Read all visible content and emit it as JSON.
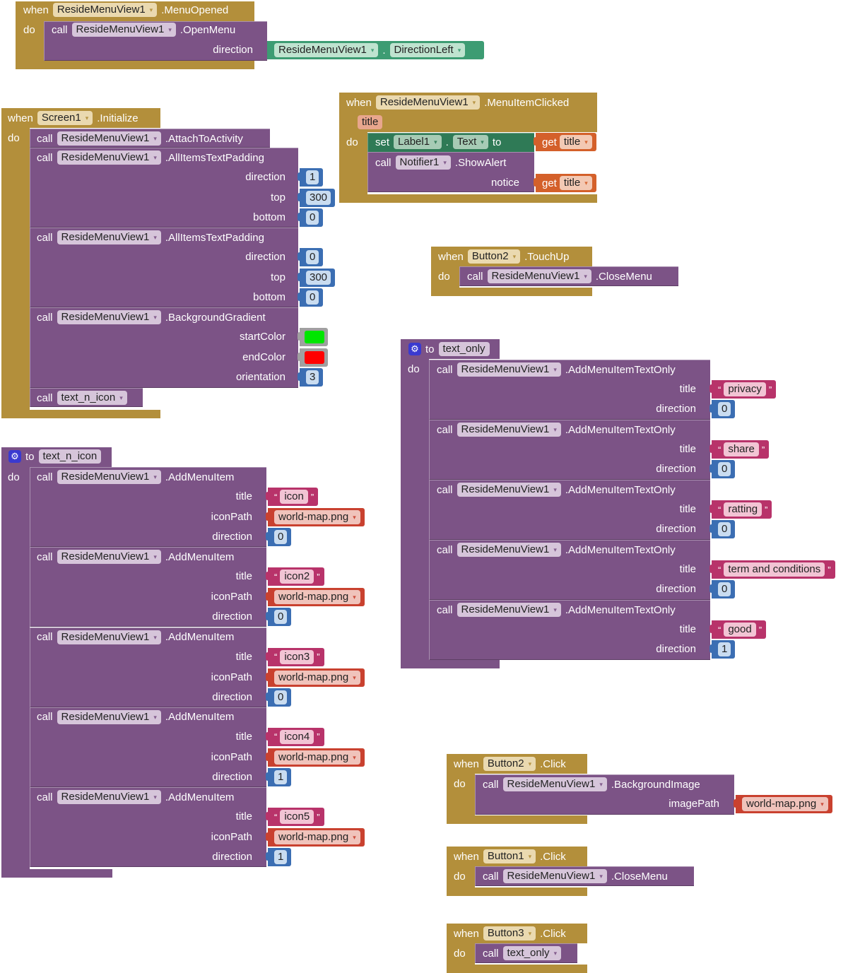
{
  "menu_opened": {
    "when": "when",
    "component": "ResideMenuView1",
    "event": ".MenuOpened",
    "do": "do",
    "call": "call",
    "call_component": "ResideMenuView1",
    "method": ".OpenMenu",
    "param": "direction",
    "value_component": "ResideMenuView1",
    "value_dot": ".",
    "value": "DirectionLeft"
  },
  "item_clicked": {
    "when": "when",
    "component": "ResideMenuView1",
    "event": ".MenuItemClicked",
    "param_name": "title",
    "do": "do",
    "set": "set",
    "set_component": "Label1",
    "set_dot": ".",
    "set_property": "Text",
    "to": "to",
    "get1": "get",
    "get1_var": "title",
    "call": "call",
    "call_component": "Notifier1",
    "method": ".ShowAlert",
    "param": "notice",
    "get2": "get",
    "get2_var": "title"
  },
  "screen_init": {
    "when": "when",
    "component": "Screen1",
    "event": ".Initialize",
    "do": "do",
    "calls": [
      {
        "call": "call",
        "component": "ResideMenuView1",
        "method": ".AttachToActivity"
      },
      {
        "call": "call",
        "component": "ResideMenuView1",
        "method": ".AllItemsTextPadding",
        "params": [
          {
            "label": "direction",
            "value": "1"
          },
          {
            "label": "top",
            "value": "300"
          },
          {
            "label": "bottom",
            "value": "0"
          }
        ]
      },
      {
        "call": "call",
        "component": "ResideMenuView1",
        "method": ".AllItemsTextPadding",
        "params": [
          {
            "label": "direction",
            "value": "0"
          },
          {
            "label": "top",
            "value": "300"
          },
          {
            "label": "bottom",
            "value": "0"
          }
        ]
      },
      {
        "call": "call",
        "component": "ResideMenuView1",
        "method": ".BackgroundGradient",
        "params": [
          {
            "label": "startColor",
            "color": "#00e600"
          },
          {
            "label": "endColor",
            "color": "#ff0000"
          },
          {
            "label": "orientation",
            "value": "3"
          }
        ]
      },
      {
        "call": "call",
        "component": "text_n_icon"
      }
    ]
  },
  "text_n_icon": {
    "to": "to",
    "name": "text_n_icon",
    "do": "do",
    "items": [
      {
        "call": "call",
        "component": "ResideMenuView1",
        "method": ".AddMenuItem",
        "title_label": "title",
        "title": "icon",
        "icon_label": "iconPath",
        "icon": "world-map.png",
        "dir_label": "direction",
        "direction": "0"
      },
      {
        "call": "call",
        "component": "ResideMenuView1",
        "method": ".AddMenuItem",
        "title_label": "title",
        "title": "icon2",
        "icon_label": "iconPath",
        "icon": "world-map.png",
        "dir_label": "direction",
        "direction": "0"
      },
      {
        "call": "call",
        "component": "ResideMenuView1",
        "method": ".AddMenuItem",
        "title_label": "title",
        "title": "icon3",
        "icon_label": "iconPath",
        "icon": "world-map.png",
        "dir_label": "direction",
        "direction": "0"
      },
      {
        "call": "call",
        "component": "ResideMenuView1",
        "method": ".AddMenuItem",
        "title_label": "title",
        "title": "icon4",
        "icon_label": "iconPath",
        "icon": "world-map.png",
        "dir_label": "direction",
        "direction": "1"
      },
      {
        "call": "call",
        "component": "ResideMenuView1",
        "method": ".AddMenuItem",
        "title_label": "title",
        "title": "icon5",
        "icon_label": "iconPath",
        "icon": "world-map.png",
        "dir_label": "direction",
        "direction": "1"
      }
    ]
  },
  "touch_up": {
    "when": "when",
    "component": "Button2",
    "event": ".TouchUp",
    "do": "do",
    "call": "call",
    "call_component": "ResideMenuView1",
    "method": ".CloseMenu"
  },
  "text_only": {
    "to": "to",
    "name": "text_only",
    "do": "do",
    "items": [
      {
        "call": "call",
        "component": "ResideMenuView1",
        "method": ".AddMenuItemTextOnly",
        "title_label": "title",
        "title": "privacy",
        "dir_label": "direction",
        "direction": "0"
      },
      {
        "call": "call",
        "component": "ResideMenuView1",
        "method": ".AddMenuItemTextOnly",
        "title_label": "title",
        "title": "share",
        "dir_label": "direction",
        "direction": "0"
      },
      {
        "call": "call",
        "component": "ResideMenuView1",
        "method": ".AddMenuItemTextOnly",
        "title_label": "title",
        "title": "ratting",
        "dir_label": "direction",
        "direction": "0"
      },
      {
        "call": "call",
        "component": "ResideMenuView1",
        "method": ".AddMenuItemTextOnly",
        "title_label": "title",
        "title": "term and conditions",
        "dir_label": "direction",
        "direction": "0"
      },
      {
        "call": "call",
        "component": "ResideMenuView1",
        "method": ".AddMenuItemTextOnly",
        "title_label": "title",
        "title": "good",
        "dir_label": "direction",
        "direction": "1"
      }
    ]
  },
  "button2_click": {
    "when": "when",
    "component": "Button2",
    "event": ".Click",
    "do": "do",
    "call": "call",
    "call_component": "ResideMenuView1",
    "method": ".BackgroundImage",
    "param": "imagePath",
    "value": "world-map.png"
  },
  "button1_click": {
    "when": "when",
    "component": "Button1",
    "event": ".Click",
    "do": "do",
    "call": "call",
    "call_component": "ResideMenuView1",
    "method": ".CloseMenu"
  },
  "button3_click": {
    "when": "when",
    "component": "Button3",
    "event": ".Click",
    "do": "do",
    "call": "call",
    "procedure": "text_only"
  }
}
